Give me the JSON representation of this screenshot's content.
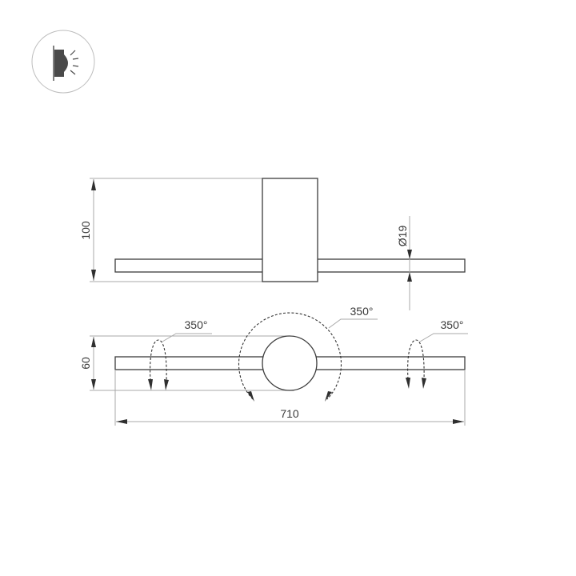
{
  "icon": {
    "name": "wall-mounted-light-icon",
    "description": "wall-mounted lamp emitting light"
  },
  "top_view": {
    "height_label": "100",
    "tube_diameter_label": "Ø19"
  },
  "front_view": {
    "height_label": "60",
    "width_label": "710",
    "rotation_left_label": "350°",
    "rotation_center_label": "350°",
    "rotation_right_label": "350°"
  },
  "colors": {
    "outline": "#3c3c3c",
    "dimension_line": "#a9a9a9",
    "text": "#3a3a3a",
    "background": "#ffffff"
  }
}
